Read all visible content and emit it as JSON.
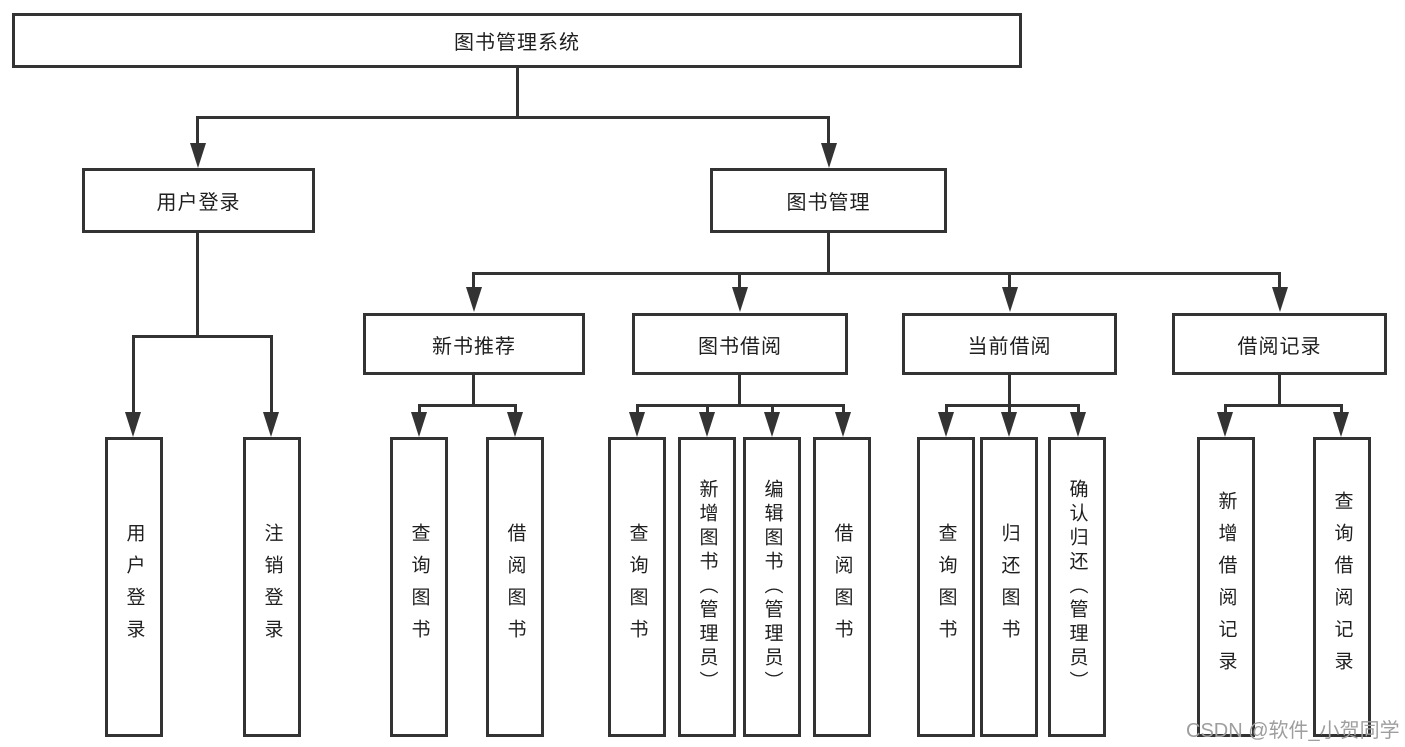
{
  "diagram_title": "图书管理系统",
  "nodes": {
    "root": "图书管理系统",
    "user_login": "用户登录",
    "book_mgmt": "图书管理",
    "new_book_rec": "新书推荐",
    "book_borrow": "图书借阅",
    "current_borrow": "当前借阅",
    "borrow_records": "借阅记录"
  },
  "leaves": [
    "用户登录",
    "注销登录",
    "查询图书",
    "借阅图书",
    "查询图书",
    "新增图书（管理员）",
    "编辑图书（管理员）",
    "借阅图书",
    "查询图书",
    "归还图书",
    "确认归还（管理员）",
    "新增借阅记录",
    "查询借阅记录"
  ],
  "watermark": "CSDN @软件_小贺同学",
  "colors": {
    "line": "#333333",
    "text": "#1f1f1f",
    "watermark": "#9e9e9e",
    "background": "#ffffff"
  },
  "edges": [
    [
      "root",
      "user_login"
    ],
    [
      "root",
      "book_mgmt"
    ],
    [
      "user_login",
      "用户登录"
    ],
    [
      "user_login",
      "注销登录"
    ],
    [
      "book_mgmt",
      "new_book_rec"
    ],
    [
      "book_mgmt",
      "book_borrow"
    ],
    [
      "book_mgmt",
      "current_borrow"
    ],
    [
      "book_mgmt",
      "borrow_records"
    ],
    [
      "new_book_rec",
      "查询图书"
    ],
    [
      "new_book_rec",
      "借阅图书"
    ],
    [
      "book_borrow",
      "查询图书"
    ],
    [
      "book_borrow",
      "新增图书（管理员）"
    ],
    [
      "book_borrow",
      "编辑图书（管理员）"
    ],
    [
      "book_borrow",
      "借阅图书"
    ],
    [
      "current_borrow",
      "查询图书"
    ],
    [
      "current_borrow",
      "归还图书"
    ],
    [
      "current_borrow",
      "确认归还（管理员）"
    ],
    [
      "borrow_records",
      "新增借阅记录"
    ],
    [
      "borrow_records",
      "查询借阅记录"
    ]
  ]
}
